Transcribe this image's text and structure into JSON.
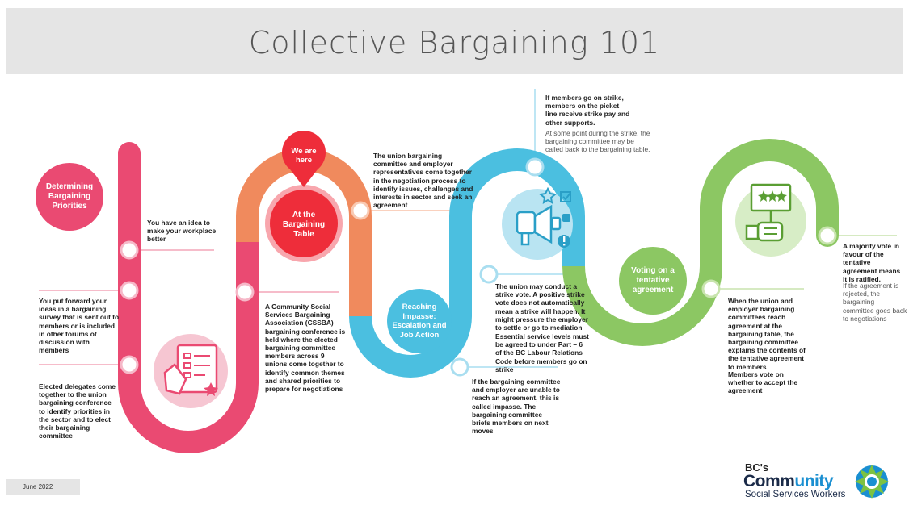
{
  "title": "Collective Bargaining 101",
  "colors": {
    "pink": "#ea4a72",
    "orange": "#f08a5d",
    "red": "#ee2d3a",
    "blue": "#4bbfe0",
    "green": "#8cc763"
  },
  "stages": {
    "determining": "Determining Bargaining Priorities",
    "we_are_here": "We are here",
    "table": "At the Bargaining Table",
    "impasse": "Reaching Impasse: Escalation and Job Action",
    "voting": "Voting on a tentative agreement"
  },
  "notes": {
    "idea": "You have an idea to make your workplace better",
    "survey": "You put forward your ideas in a bargaining survey that is sent out to members or is included in other forums of discussion with members",
    "delegates": "Elected delegates come together to the union bargaining conference to identify priorities in the sector and to elect their bargaining committee",
    "conference": "A Community Social Services Bargaining Association (CSSBA) bargaining conference is held where the elected bargaining committee members across 9 unions come together to identify common themes and shared priorities to prepare for negotiations",
    "table": "The union bargaining committee and employer representatives come together in the negotiation process to identify issues, challenges and interests in sector and seek an agreement",
    "impasse": "If the bargaining committee and employer are unable to reach an agreement, this is called impasse. The bargaining committee briefs members on next moves",
    "strike_vote": "The union may conduct a strike vote. A positive strike vote does not automatically mean a strike will happen. It might pressure the employer to settle or go to mediation",
    "essential": "Essential service levels must be agreed to under Part – 6 of the BC Labour Relations Code before members go on strike",
    "strike_pay": "If members go on strike, members on the picket line receive strike pay and other supports.",
    "called_back": "At some point during the strike, the bargaining committee may be called back to the bargaining table.",
    "reach": "When the union and employer bargaining committees reach agreement at the bargaining table, the bargaining committee explains the contents of the tentative agreement to members",
    "vote": "Members vote on whether to accept the agreement",
    "majority": "A majority vote in favour of the tentative agreement means it is ratified.",
    "rejected": "If the agreement is rejected, the bargaining committee goes back to negotiations"
  },
  "footer": {
    "date": "June 2022",
    "logo_top": "BC's",
    "logo_main_a": "Comm",
    "logo_main_b": "unity",
    "logo_sub": "Social Services Workers"
  }
}
